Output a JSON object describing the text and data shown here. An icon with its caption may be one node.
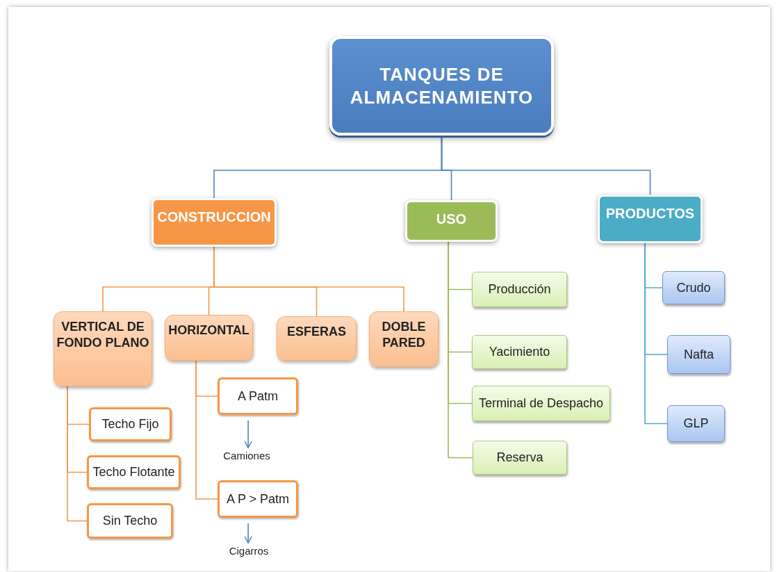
{
  "diagram": {
    "nodes": [
      {
        "text": [
          "TANQUES DE ALMACENAMIENTO"
        ]
      },
      {
        "text": [
          "CONSTRUCCION"
        ]
      },
      {
        "text": [
          "USO"
        ]
      },
      {
        "text": [
          "PRODUCTOS"
        ]
      },
      {
        "text": [
          "VERTICAL DE FONDO PLANO"
        ]
      },
      {
        "text": [
          "HORIZONTAL"
        ]
      },
      {
        "text": [
          "ESFERAS"
        ]
      },
      {
        "text": [
          "DOBLE PARED"
        ]
      },
      {
        "text": [
          "Techo Fijo"
        ]
      },
      {
        "text": [
          "Techo Flotante"
        ]
      },
      {
        "text": [
          "Sin Techo"
        ]
      },
      {
        "text": [
          "A Patm"
        ]
      },
      {
        "text": [
          "Camiones"
        ]
      },
      {
        "text": [
          "A P > Patm"
        ]
      },
      {
        "text": [
          "Cigarros"
        ]
      },
      {
        "text": [
          "Producción"
        ]
      },
      {
        "text": [
          "Yacimiento"
        ]
      },
      {
        "text": [
          "Terminal de Despacho"
        ]
      },
      {
        "text": [
          "Reserva"
        ]
      },
      {
        "text": [
          "Crudo"
        ]
      },
      {
        "text": [
          "Nafta"
        ]
      },
      {
        "text": [
          "GLP"
        ]
      }
    ],
    "edges": [
      {
        "from": 0,
        "to": 1,
        "arrow": "none",
        "color": "#4f81bd"
      },
      {
        "from": 0,
        "to": 2,
        "arrow": "none",
        "color": "#4f81bd"
      },
      {
        "from": 0,
        "to": 3,
        "arrow": "none",
        "color": "#4f81bd"
      },
      {
        "from": 1,
        "to": 4,
        "arrow": "none"
      },
      {
        "from": 1,
        "to": 5,
        "arrow": "none"
      },
      {
        "from": 1,
        "to": 6,
        "arrow": "none"
      },
      {
        "from": 1,
        "to": 7,
        "arrow": "none"
      },
      {
        "from": 4,
        "to": 8,
        "arrow": "none"
      },
      {
        "from": 4,
        "to": 9,
        "arrow": "none"
      },
      {
        "from": 4,
        "to": 10,
        "arrow": "none"
      },
      {
        "from": 5,
        "to": 11,
        "arrow": "none"
      },
      {
        "from": 5,
        "to": 13,
        "arrow": "none"
      },
      {
        "from": 11,
        "to": 12,
        "arrow": "to",
        "color": "#4f81bd"
      },
      {
        "from": 13,
        "to": 14,
        "arrow": "to",
        "color": "#4f81bd"
      },
      {
        "from": 2,
        "to": 15,
        "arrow": "none",
        "color": "#9bbb59"
      },
      {
        "from": 2,
        "to": 16,
        "arrow": "none",
        "color": "#9bbb59"
      },
      {
        "from": 2,
        "to": 17,
        "arrow": "none",
        "color": "#9bbb59"
      },
      {
        "from": 2,
        "to": 18,
        "arrow": "none",
        "color": "#9bbb59"
      },
      {
        "from": 3,
        "to": 19,
        "arrow": "none",
        "color": "#4bacc6"
      },
      {
        "from": 3,
        "to": 20,
        "arrow": "none",
        "color": "#4bacc6"
      },
      {
        "from": 3,
        "to": 21,
        "arrow": "none",
        "color": "#4bacc6"
      }
    ]
  }
}
